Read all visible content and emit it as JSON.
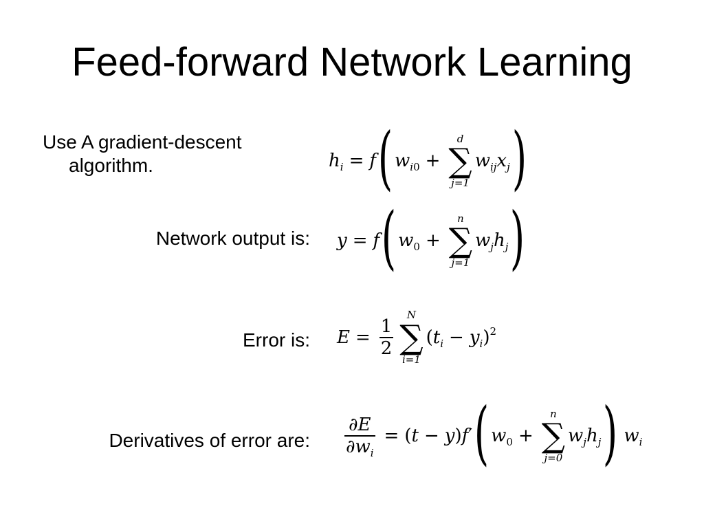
{
  "slide": {
    "title": "Feed-forward Network Learning",
    "intro_line1": "Use A gradient-descent",
    "intro_line2": "algorithm.",
    "labels": {
      "output": "Network output is:",
      "error": "Error is:",
      "derivative": "Derivatives of error are:"
    }
  }
}
